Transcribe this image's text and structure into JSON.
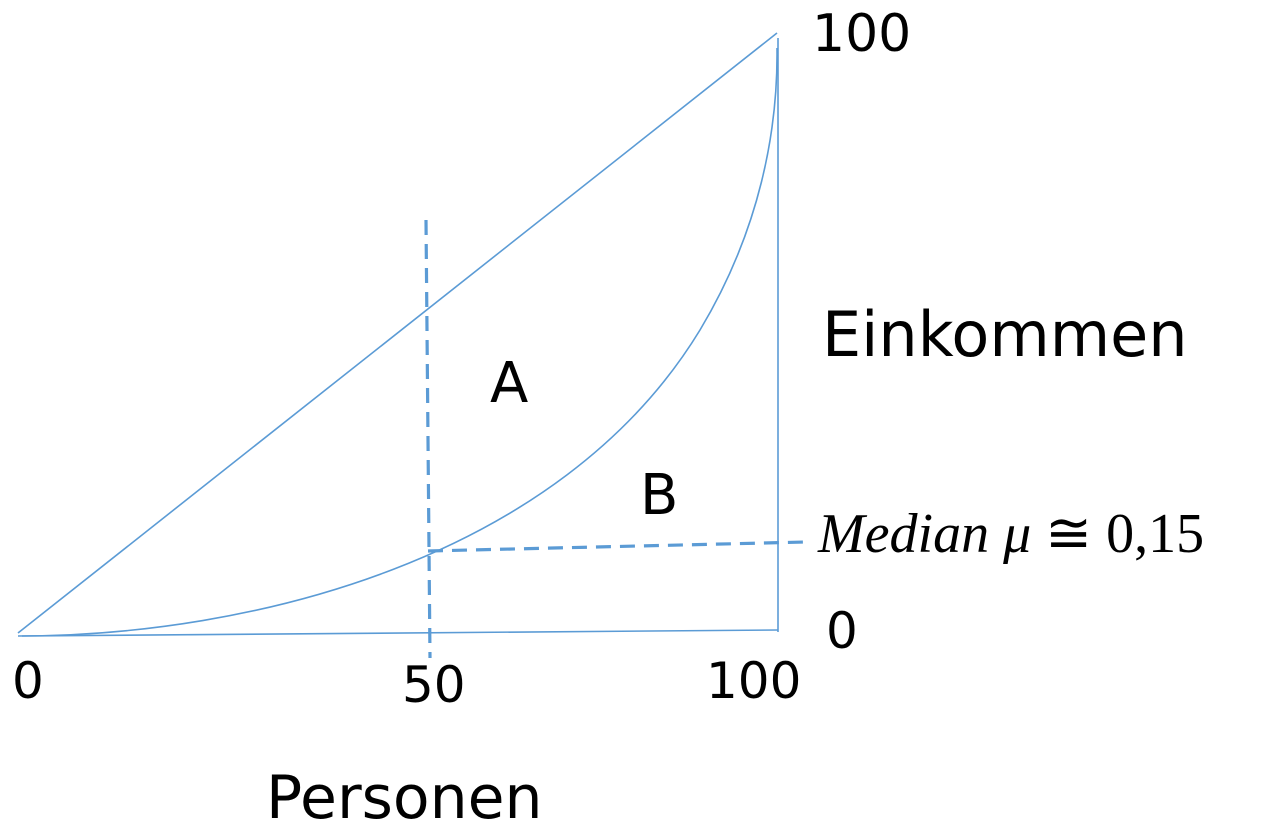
{
  "labels": {
    "y_top": "100",
    "y_axis": "Einkommen",
    "y_bottom": "0",
    "x_start": "0",
    "x_mid": "50",
    "x_end": "100",
    "x_axis": "Personen",
    "region_a": "A",
    "region_b": "B",
    "median_word": "Median",
    "median_symbol": "μ",
    "median_relation": "≅",
    "median_value": "0,15"
  },
  "colors": {
    "line": "#5b9bd5",
    "text": "#000000"
  }
}
